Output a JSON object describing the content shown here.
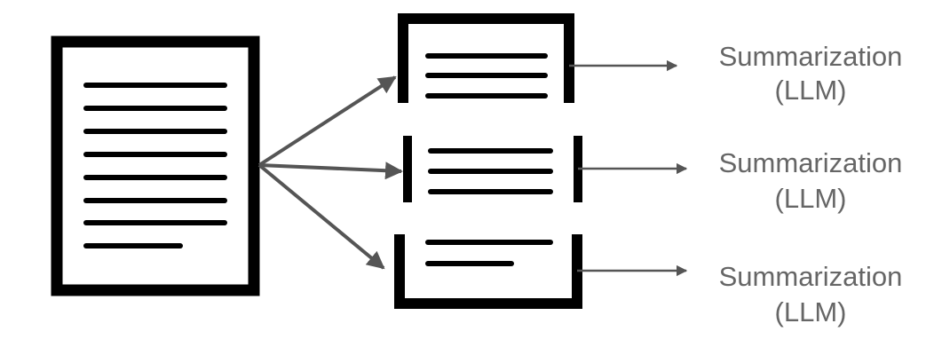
{
  "colors": {
    "frame": "#000000",
    "arrow": "#555555",
    "label": "#666666",
    "background": "#ffffff"
  },
  "outputs": [
    {
      "line1": "Summarization",
      "line2": "(LLM)"
    },
    {
      "line1": "Summarization",
      "line2": "(LLM)"
    },
    {
      "line1": "Summarization",
      "line2": "(LLM)"
    }
  ]
}
